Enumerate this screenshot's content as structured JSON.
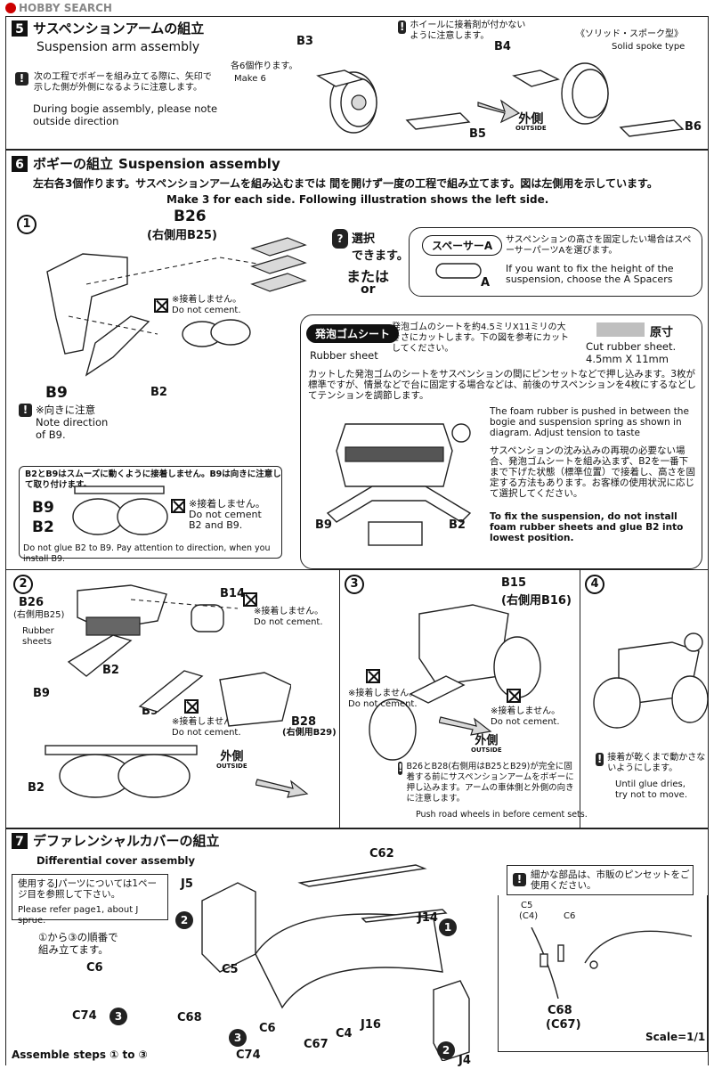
{
  "header": {
    "logo": "HOBBY SEARCH"
  },
  "step5": {
    "num": "5",
    "title_jp": "サスペンションアームの組立",
    "title_en": "Suspension arm assembly",
    "note_jp": "次の工程でボギーを組み立てる際に、矢印で示した側が外側になるように注意します。",
    "note_en": "During bogie assembly, please note outside direction",
    "make_jp": "各6個作ります。",
    "make_en": "Make 6",
    "wheel_note_jp": "ホイールに接着剤が付かないように注意します。",
    "spoke_jp": "《ソリッド・スポーク型》",
    "spoke_en": "Solid spoke type",
    "parts": {
      "b3": "B3",
      "b4": "B4",
      "b5": "B5",
      "b6": "B6"
    },
    "outside_jp": "外側",
    "outside_en": "OUTSIDE"
  },
  "step6": {
    "num": "6",
    "title_jp": "ボギーの組立",
    "title_en": "Suspension assembly",
    "desc_jp": "左右各3個作ります。サスペンションアームを組み込むまでは 間を開けず一度の工程で組み立てます。図は左側用を示しています。",
    "desc_en": "Make 3 for each side.  Following illustration shows the left side.",
    "p1": {
      "n": "1",
      "b26": "B26",
      "b26_right": "(右側用B25)",
      "nocement_jp": "※接着しません。",
      "nocement_en": "Do not cement.",
      "b9": "B9",
      "b2": "B2",
      "b9_note_jp": "※向きに注意",
      "b9_note_en1": "Note direction",
      "b9_note_en2": "of B9.",
      "choose_jp1": "選択",
      "choose_jp2": "できます。",
      "or_jp": "または",
      "or_en": "or",
      "spacer_label": "スペーサーA",
      "spacer_jp": "サスペンションの高さを固定したい場合はスペーサーパーツAを選びます。",
      "spacer_en": "If you want to fix the height of the suspension, choose the A Spacers",
      "spacer_part": "A",
      "foam_label": "発泡ゴムシート",
      "foam_label_en": "Rubber sheet",
      "foam_jp": "発泡ゴムのシートを約4.5ミリX11ミリの大きさにカットします。下の図を参考にカットしてください。",
      "gensun": "原寸",
      "cut_en1": "Cut rubber sheet.",
      "cut_en2": "4.5mm  X  11mm",
      "push_jp": "カットした発泡ゴムのシートをサスペンションの間にピンセットなどで押し込みます。3枚が標準ですが、情景などで台に固定する場合などは、前後のサスペンションを4枚にするなどしてテンションを調節します。",
      "push_en": "The foam rubber is pushed in between the bogie and suspension spring as shown in diagram. Adjust tension to taste",
      "fix_jp": "サスペンションの沈み込みの再現の必要ない場合、発泡ゴムシートを組み込まず、B2を一番下まで下げた状態（標準位置）で接着し、高さを固定する方法もあります。お客様の使用状況に応じて選択してください。",
      "fix_en": "To fix the suspension, do not install foam rubber sheets and glue B2 into lowest position.",
      "b9b": "B9",
      "b2b": "B2",
      "smooth_jp": "B2とB9はスムーズに動くように接着しません。B9は向きに注意して取り付けます。",
      "detail_b9": "B9",
      "detail_b2": "B2",
      "detail_nocement_jp": "※接着しません。",
      "detail_nocement_en1": "Do not cement",
      "detail_nocement_en2": "B2 and B9.",
      "detail_en": "Do not glue B2 to B9. Pay attention to direction, when you install B9."
    },
    "p2": {
      "n": "2",
      "b26": "B26",
      "b26_right": "(右側用B25)",
      "rubber1": "Rubber",
      "rubber2": "sheets",
      "b2": "B2",
      "b9": "B9",
      "b9b": "B9",
      "b14": "B14",
      "b28": "B28",
      "b28_right": "(右側用B29)",
      "nocement_jp": "※接着しません。",
      "nocement_en": "Do not cement.",
      "nocement2_jp": "※接着しません。",
      "nocement2_en": "Do not cement.",
      "outside_jp": "外側",
      "outside_en": "OUTSIDE",
      "bottom_b2": "B2"
    },
    "p3": {
      "n": "3",
      "b15": "B15",
      "b15_right": "(右側用B16)",
      "nocement_jp": "※接着しません。",
      "nocement_en": "Do not cement.",
      "nocement2_jp": "※接着しません。",
      "nocement2_en": "Do not cement.",
      "outside_jp": "外側",
      "outside_en": "OUTSIDE",
      "note_jp": "B26とB28(右側用はB25とB29)が完全に固着する前にサスペンションアームをボギーに押し込みます。アームの車体側と外側の向きに注意します。",
      "note_en": "Push road wheels in before cement sets."
    },
    "p4": {
      "n": "4",
      "note_jp": "接着が乾くまで動かさないようにします。",
      "note_en1": "Until glue dries,",
      "note_en2": "try not to move."
    }
  },
  "step7": {
    "num": "7",
    "title_jp": "デファレンシャルカバーの組立",
    "title_en": "Differential cover assembly",
    "ref_jp": "使用するJパーツについては1ページ目を参照して下さい。",
    "ref_en": "Please refer page1, about J sprue.",
    "order_jp": "①から③の順番で組み立てます。",
    "tweezers_jp": "細かな部品は、市販のピンセットをご使用ください。",
    "parts": {
      "c62": "C62",
      "j5": "J5",
      "j14": "J14",
      "j16": "J16",
      "j4": "J4",
      "c5": "C5",
      "c6": "C6",
      "c68": "C68",
      "c67": "C67",
      "c4": "C4",
      "c74": "C74",
      "c6b": "C6",
      "c74b": "C74",
      "c5r": "C5",
      "c4r": "(C4)",
      "c6r": "C6",
      "c68r": "C68",
      "c67r": "(C67)"
    },
    "scale": "Scale=1/1",
    "assemble": "Assemble steps ① to ③"
  },
  "icons": [
    "warning-icon",
    "no-cement-icon",
    "step-number-icon",
    "arrow-icon"
  ]
}
